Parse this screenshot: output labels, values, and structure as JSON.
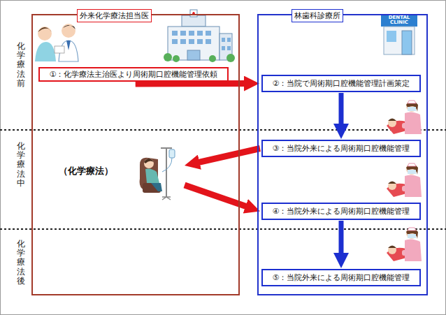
{
  "diagram": {
    "nodes": [
      {
        "text": [
          "外来化学療法担当医"
        ]
      },
      {
        "text": [
          "①：化学療法主治医より周術期口腔機能管理依頼"
        ],
        "in": 0
      },
      {
        "text": [
          "（化学療法）"
        ],
        "in": 0
      },
      {
        "text": [
          "林歯科診療所"
        ]
      },
      {
        "text": [
          "②：当院で周術期口腔機能管理計画策定"
        ],
        "in": 3
      },
      {
        "text": [
          "③：当院外来による周術期口腔機能管理"
        ],
        "in": 3
      },
      {
        "text": [
          "④：当院外来による周術期口腔機能管理"
        ],
        "in": 3
      },
      {
        "text": [
          "⑤：当院外来による周術期口腔機能管理"
        ],
        "in": 3
      }
    ],
    "edges": [
      {
        "from": 1,
        "to": 4,
        "arrow": "to"
      },
      {
        "from": 4,
        "to": 5,
        "arrow": "to"
      },
      {
        "from": 5,
        "to": 2,
        "arrow": "to"
      },
      {
        "from": 2,
        "to": 6,
        "arrow": "to"
      },
      {
        "from": 6,
        "to": 7,
        "arrow": "to"
      }
    ],
    "labels": [
      "化学療法前",
      "化学療法中",
      "化学療法後",
      "DENTAL CLINIC"
    ]
  }
}
